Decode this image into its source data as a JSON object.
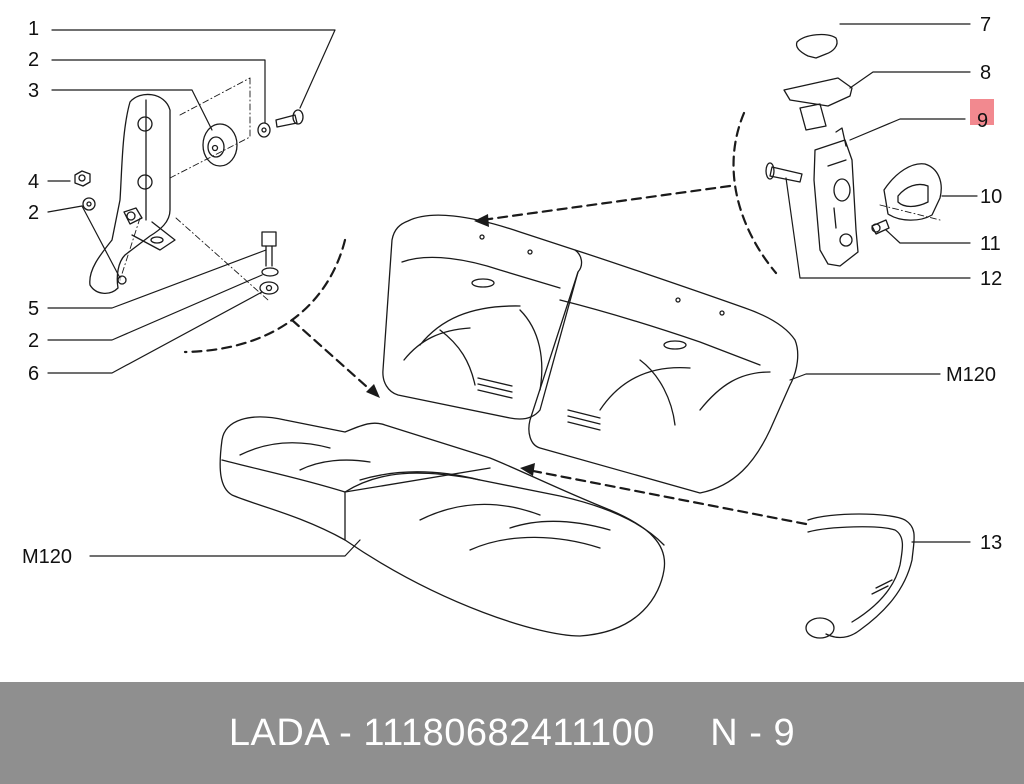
{
  "footer": {
    "brand": "LADA",
    "separator": " - ",
    "part_number": "11180682411100",
    "position_label": "N - 9",
    "background": "#8f8f8f",
    "text_color": "#ffffff"
  },
  "highlight": {
    "callout": "9",
    "color": "#f2898f"
  },
  "callouts": {
    "c1": "1",
    "c2a": "2",
    "c3": "3",
    "c4": "4",
    "c2b": "2",
    "c5": "5",
    "c2c": "2",
    "c6": "6",
    "c7": "7",
    "c8": "8",
    "c9": "9",
    "c10": "10",
    "c11": "11",
    "c12": "12",
    "c13": "13",
    "m120_back": "M120",
    "m120_cushion": "M120"
  }
}
